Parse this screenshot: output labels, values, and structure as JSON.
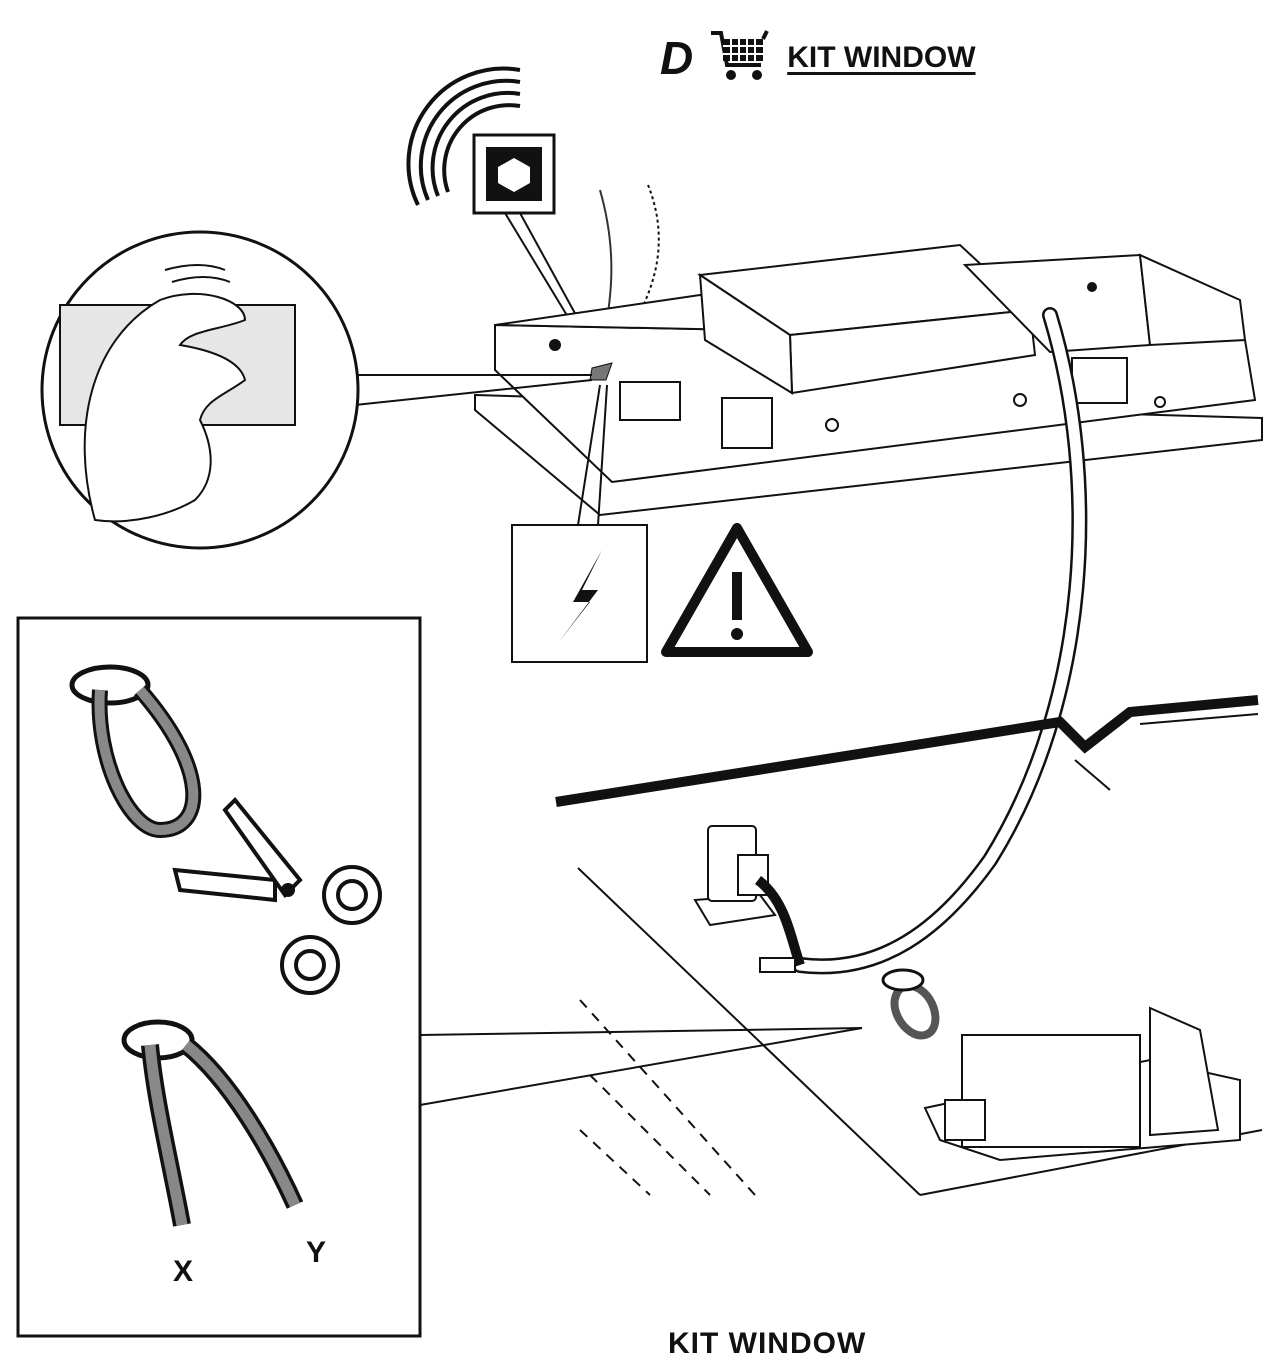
{
  "header": {
    "step_letter": "D",
    "title": "KIT WINDOW",
    "cart_icon": "shopping-cart-icon"
  },
  "icons": {
    "wrench": "hex-nut-wrench-icon",
    "voltage": "high-voltage-icon",
    "warning": "warning-triangle-icon",
    "scissors": "scissors-icon"
  },
  "detail": {
    "label_x": "X",
    "label_y": "Y"
  },
  "footer": {
    "cut_text": "KIT WINDOW"
  },
  "colors": {
    "ink": "#111111",
    "cable": "#777777"
  }
}
